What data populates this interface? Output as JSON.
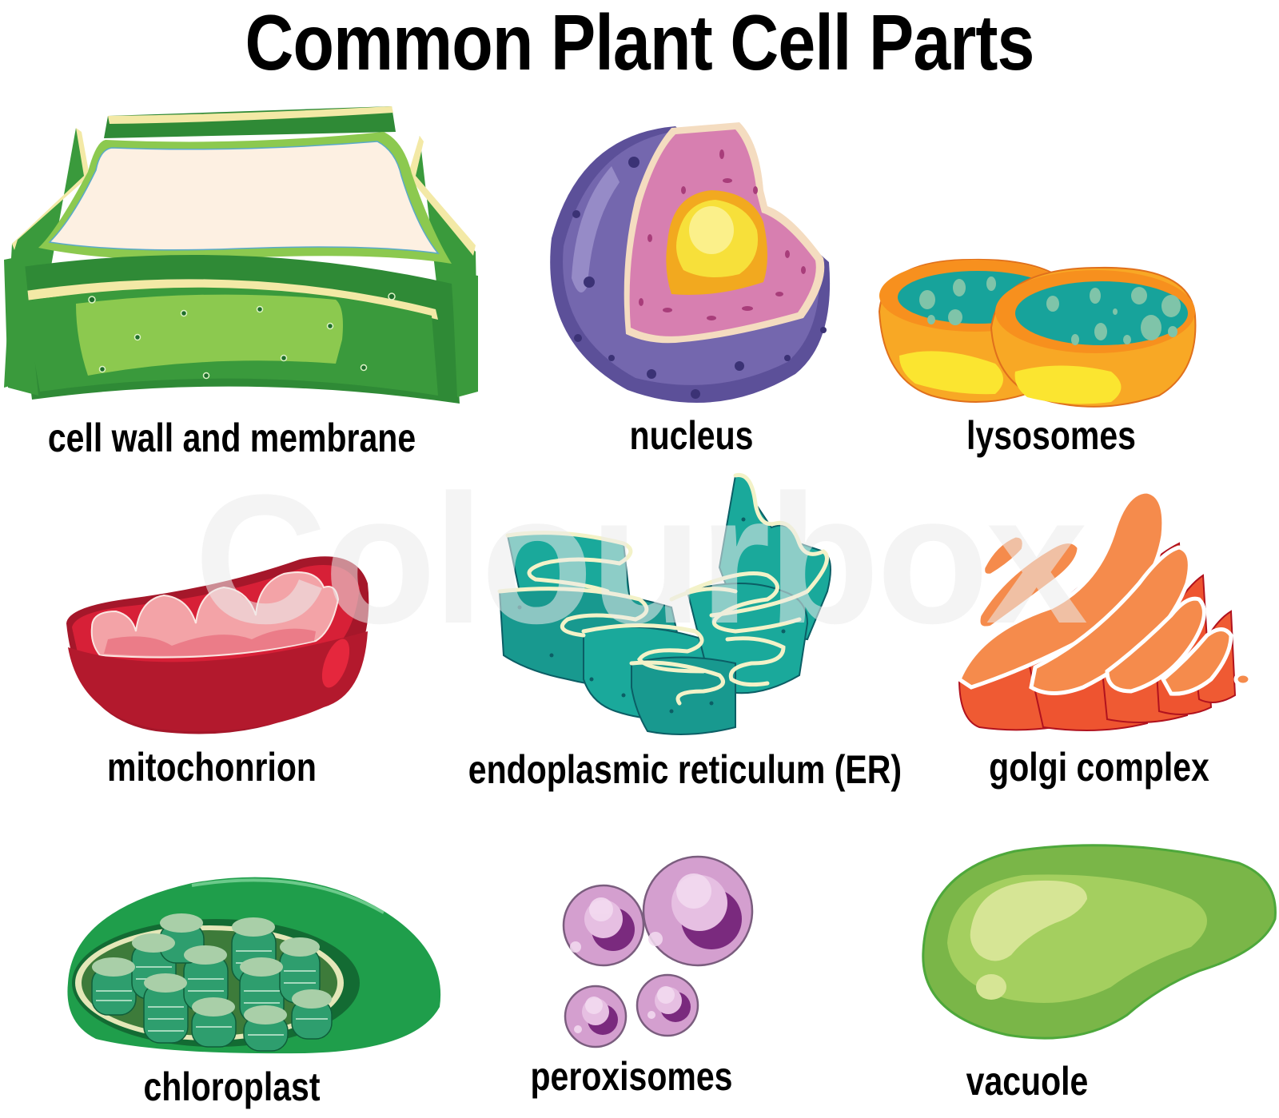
{
  "title": "Common Plant Cell Parts",
  "watermark": "Colourbox",
  "parts": [
    {
      "label": "cell wall and membrane",
      "icon": "cell-wall-membrane-illustration",
      "colors": {
        "wall": "#3a9a3c",
        "light": "#8cc94f",
        "interior": "#fdf0e2"
      }
    },
    {
      "label": "nucleus",
      "icon": "nucleus-illustration",
      "colors": {
        "outer": "#6f63a8",
        "inner": "#d77fb0",
        "core": "#f4c22a"
      }
    },
    {
      "label": "lysosomes",
      "icon": "lysosomes-illustration",
      "colors": {
        "shell": "#f7901e",
        "inside": "#17a39b",
        "spots": "#7fc4a9"
      }
    },
    {
      "label": "mitochonrion",
      "icon": "mitochondrion-illustration",
      "colors": {
        "outer": "#c3162b",
        "cristae": "#f3a3a7"
      }
    },
    {
      "label": "endoplasmic reticulum (ER)",
      "icon": "endoplasmic-reticulum-illustration",
      "colors": {
        "body": "#1aa99b",
        "edge": "#f3f2c8"
      }
    },
    {
      "label": "golgi complex",
      "icon": "golgi-complex-illustration",
      "colors": {
        "body": "#ef5a33",
        "inner": "#f58b4c"
      }
    },
    {
      "label": "chloroplast",
      "icon": "chloroplast-illustration",
      "colors": {
        "outer": "#1f9e4b",
        "grana": "#7bbf9e"
      }
    },
    {
      "label": "peroxisomes",
      "icon": "peroxisomes-illustration",
      "colors": {
        "shell": "#d49fcf",
        "core": "#7a2a7e"
      }
    },
    {
      "label": "vacuole",
      "icon": "vacuole-illustration",
      "colors": {
        "outer": "#7ab648",
        "inner": "#a4cf5f",
        "highlight": "#d6e595"
      }
    }
  ]
}
